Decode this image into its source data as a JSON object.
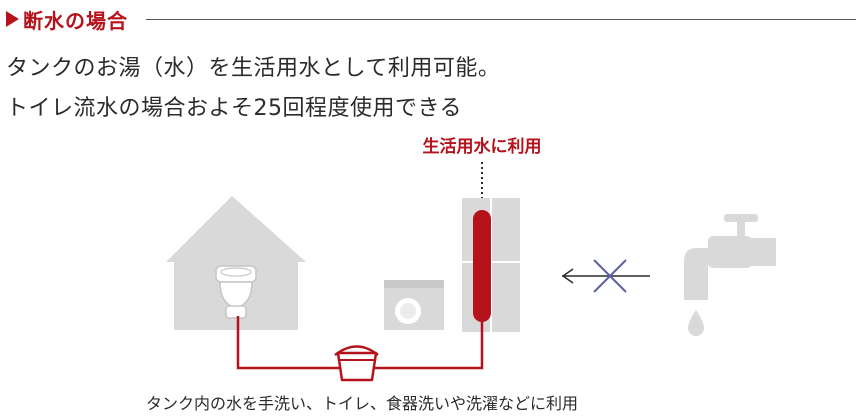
{
  "heading": "断水の場合",
  "description_line1": "タンクのお湯（水）を生活用水として利用可能。",
  "description_line2": "トイレ流水の場合およそ25回程度使用できる",
  "label_top": "生活用水に利用",
  "label_bottom": "タンク内の水を手洗い、トイレ、食器洗いや洗濯などに利用",
  "colors": {
    "accent": "#b5121b",
    "gray_light": "#d9d9d9",
    "gray_medium": "#c6c6c6",
    "cross": "#5b64a6",
    "text": "#2b2b2b"
  },
  "icons": [
    "house-icon",
    "toilet-icon",
    "water-tank-icon",
    "washing-machine-icon",
    "bucket-icon",
    "faucet-icon",
    "water-drop-icon",
    "blocked-arrow-icon"
  ]
}
